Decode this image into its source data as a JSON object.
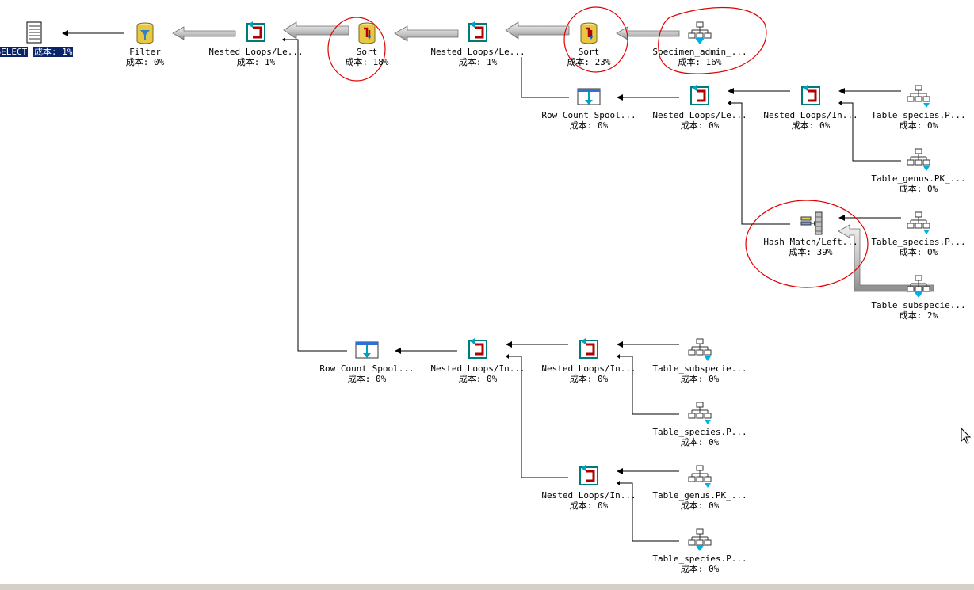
{
  "nodes": [
    {
      "id": "n1",
      "name": "SELECT",
      "cost": "成本: 1%",
      "icon": "select-icon",
      "selected": true
    },
    {
      "id": "n2",
      "name": "Filter",
      "cost": "成本: 0%",
      "icon": "filter-icon"
    },
    {
      "id": "n3",
      "name": "Nested Loops/Le...",
      "cost": "成本: 1%",
      "icon": "nested-loops-icon"
    },
    {
      "id": "n4",
      "name": "Sort",
      "cost": "成本: 18%",
      "icon": "sort-icon"
    },
    {
      "id": "n5",
      "name": "Nested Loops/Le...",
      "cost": "成本: 1%",
      "icon": "nested-loops-icon"
    },
    {
      "id": "n6",
      "name": "Sort",
      "cost": "成本: 23%",
      "icon": "sort-icon"
    },
    {
      "id": "n7",
      "name": "Specimen_admin_...",
      "cost": "成本: 16%",
      "icon": "index-scan-icon"
    },
    {
      "id": "n8",
      "name": "Row Count Spool...",
      "cost": "成本: 0%",
      "icon": "spool-icon"
    },
    {
      "id": "n9",
      "name": "Nested Loops/Le...",
      "cost": "成本: 0%",
      "icon": "nested-loops-icon"
    },
    {
      "id": "n10",
      "name": "Nested Loops/In...",
      "cost": "成本: 0%",
      "icon": "nested-loops-icon"
    },
    {
      "id": "n11",
      "name": "Table_species.P...",
      "cost": "成本: 0%",
      "icon": "index-seek-icon"
    },
    {
      "id": "n12",
      "name": "Table_genus.PK_...",
      "cost": "成本: 0%",
      "icon": "index-seek-icon"
    },
    {
      "id": "n13",
      "name": "Hash Match/Left...",
      "cost": "成本: 39%",
      "icon": "hash-match-icon"
    },
    {
      "id": "n14",
      "name": "Table_species.P...",
      "cost": "成本: 0%",
      "icon": "index-seek-icon"
    },
    {
      "id": "n15",
      "name": "Table_subspecie...",
      "cost": "成本: 2%",
      "icon": "index-scan-icon"
    },
    {
      "id": "n16",
      "name": "Row Count Spool...",
      "cost": "成本: 0%",
      "icon": "spool-icon"
    },
    {
      "id": "n17",
      "name": "Nested Loops/In...",
      "cost": "成本: 0%",
      "icon": "nested-loops-icon"
    },
    {
      "id": "n18",
      "name": "Nested Loops/In...",
      "cost": "成本: 0%",
      "icon": "nested-loops-icon"
    },
    {
      "id": "n19",
      "name": "Table_subspecie...",
      "cost": "成本: 0%",
      "icon": "index-seek-icon"
    },
    {
      "id": "n20",
      "name": "Table_species.P...",
      "cost": "成本: 0%",
      "icon": "index-seek-icon"
    },
    {
      "id": "n21",
      "name": "Nested Loops/In...",
      "cost": "成本: 0%",
      "icon": "nested-loops-icon"
    },
    {
      "id": "n22",
      "name": "Table_genus.PK_...",
      "cost": "成本: 0%",
      "icon": "index-seek-icon"
    },
    {
      "id": "n23",
      "name": "Table_species.P...",
      "cost": "成本: 0%",
      "icon": "index-scan-icon"
    }
  ],
  "colors": {
    "annotation": "#e00000",
    "selection": "#0a246a",
    "arrow": "#000000"
  }
}
